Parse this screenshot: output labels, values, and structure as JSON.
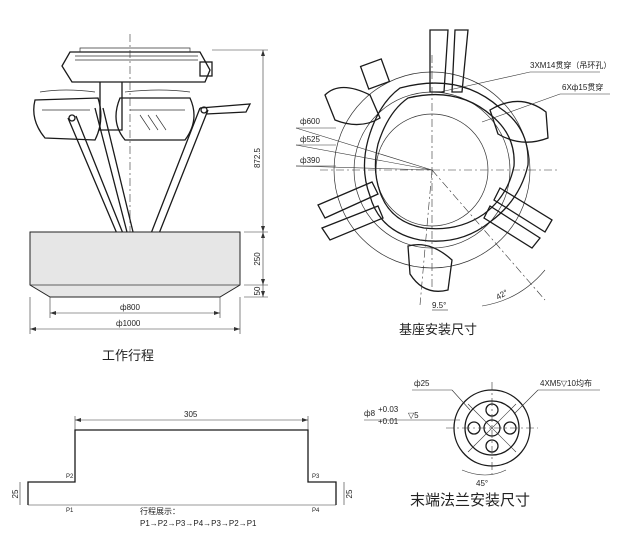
{
  "stroke_dimensions": {
    "title": "工作行程",
    "dia_800": "ф800",
    "dia_1000": "ф1000",
    "height_872": "872.5",
    "height_250": "250",
    "height_50": "50"
  },
  "base_mounting": {
    "title": "基座安装尺寸",
    "note_holes_m14": "3XM14贯穿（吊环孔）",
    "note_holes_15": "6Xф15贯穿",
    "dia_600": "ф600",
    "dia_525": "ф525",
    "dia_390": "ф390",
    "angle_42": "42°",
    "angle_9_5": "9.5°"
  },
  "flange_mounting": {
    "title": "末端法兰安装尺寸",
    "dia_25": "ф25",
    "dia_8": "ф8",
    "tol_upper": "+0.03",
    "tol_lower": "+0.01",
    "depth": "▽5",
    "holes_note": "4XM5▽10均布",
    "angle_45": "45°"
  },
  "stroke_path": {
    "width_305": "305",
    "height_left": "25",
    "height_right": "25",
    "p1_left": "P1",
    "p2": "P2",
    "p3": "P3",
    "p4": "P4",
    "demo_title": "行程展示：",
    "demo_sequence": "P1→P2→P3→P4→P3→P2→P1"
  }
}
